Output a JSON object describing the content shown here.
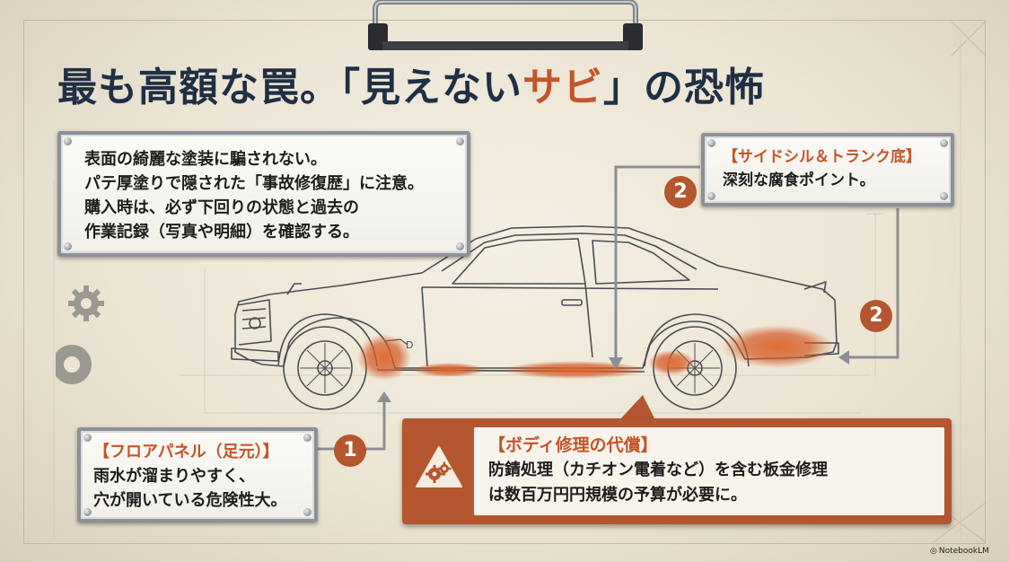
{
  "title": {
    "before": "最も高額な罠。「見えない",
    "accent": "サビ",
    "after": "」の恐怖"
  },
  "main_note": {
    "lines": [
      "表面の綺麗な塗装に騙されない。",
      "パテ厚塗りで隠された「事故修復歴」に注意。",
      "購入時は、必ず下回りの状態と過去の",
      "作業記録（写真や明細）を確認する。"
    ]
  },
  "side_note": {
    "heading": "【サイドシル＆トランク底】",
    "text": "深刻な腐食ポイント。"
  },
  "floor_note": {
    "heading": "【フロアパネル（足元）】",
    "lines": [
      "雨水が溜まりやすく、",
      "穴が開いている危険性大。"
    ]
  },
  "body_repair": {
    "heading": "【ボディ修理の代償】",
    "lines": [
      "防錆処理（カチオン電着など）を含む板金修理",
      "は数百万円円規模の予算が必要に。"
    ],
    "icon": "warning-gears-icon"
  },
  "markers": {
    "one": "1",
    "two_top": "2",
    "two_right": "2"
  },
  "car_badge": "D",
  "footer": {
    "logo_text": "NotebookLM"
  },
  "colors": {
    "navy": "#1f2f45",
    "rust": "#c4542a",
    "panel": "#b4562f"
  }
}
